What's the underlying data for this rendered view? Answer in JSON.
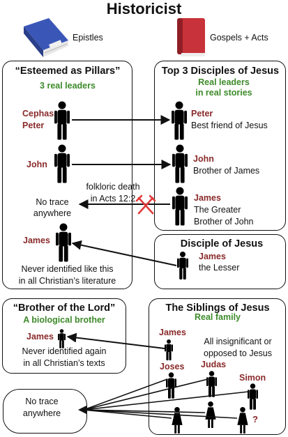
{
  "title": "Historicist",
  "sources": {
    "epistles_label": "Epistles",
    "gospels_label": "Gospels + Acts"
  },
  "pillars": {
    "heading": "“Esteemed as Pillars”",
    "subheading": "3  real leaders",
    "cephas_name_line1": "Cephas",
    "cephas_name_line2": "Peter",
    "john_name": "John",
    "no_trace_line1": "No trace",
    "no_trace_line2": "anywhere",
    "james_name": "James",
    "never_identified_line1": "Never identified like this",
    "never_identified_line2": "in all Christian’s literature"
  },
  "disciples": {
    "heading": "Top 3 Disciples of Jesus",
    "subheading_line1": "Real leaders",
    "subheading_line2": "in real stories",
    "peter_name": "Peter",
    "peter_desc": "Best friend of Jesus",
    "john_name": "John",
    "john_desc": "Brother of James",
    "james_name": "James",
    "james_desc_line1": "The Greater",
    "james_desc_line2": "Brother of John"
  },
  "death_note": {
    "line1": "folkloric death",
    "line2": "in Acts 12:2"
  },
  "disciple_box": {
    "heading": "Disciple of Jesus",
    "name": "James",
    "desc": "the Lesser"
  },
  "brother": {
    "heading": "“Brother of the Lord”",
    "subheading": "A biological brother",
    "name": "James",
    "desc_line1": "Never identified again",
    "desc_line2": "in all Christian’s texts"
  },
  "siblings": {
    "heading": "The Siblings of Jesus",
    "subheading": "Real family",
    "james_name": "James",
    "joses_name": "Joses",
    "judas_name": "Judas",
    "simon_name": "Simon",
    "desc_line1": "All insignificant or",
    "desc_line2": "opposed to Jesus",
    "unknown_mark": "?"
  },
  "no_trace_box": {
    "line1": "No trace",
    "line2": "anywhere"
  },
  "colors": {
    "name_red": "#8a2a2a",
    "green": "#3d8a2a",
    "book_blue": "#3a57b8",
    "book_red": "#c8323a",
    "cross_red": "#e03a3a"
  }
}
